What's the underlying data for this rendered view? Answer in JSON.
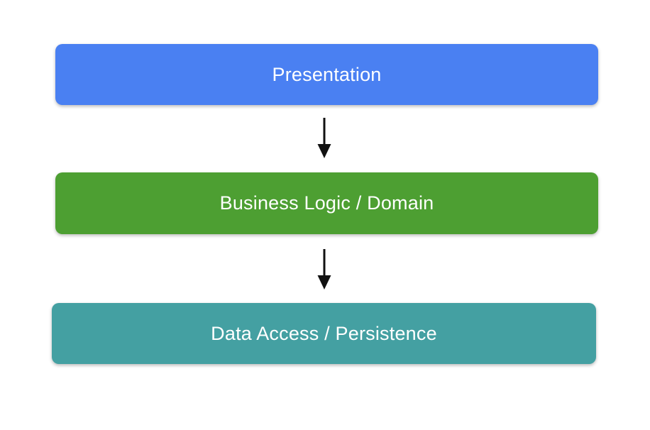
{
  "diagram": {
    "type": "layered-architecture",
    "background": "#ffffff",
    "text_color": "#ffffff",
    "arrow_color": "#111111",
    "layers": [
      {
        "id": "presentation",
        "label": "Presentation",
        "color": "#4a80f2"
      },
      {
        "id": "business",
        "label": "Business Logic / Domain",
        "color": "#4d9f32"
      },
      {
        "id": "data",
        "label": "Data Access / Persistence",
        "color": "#44a0a2"
      }
    ],
    "arrows": [
      {
        "from": "presentation",
        "to": "business",
        "direction": "down"
      },
      {
        "from": "business",
        "to": "data",
        "direction": "down"
      }
    ]
  }
}
